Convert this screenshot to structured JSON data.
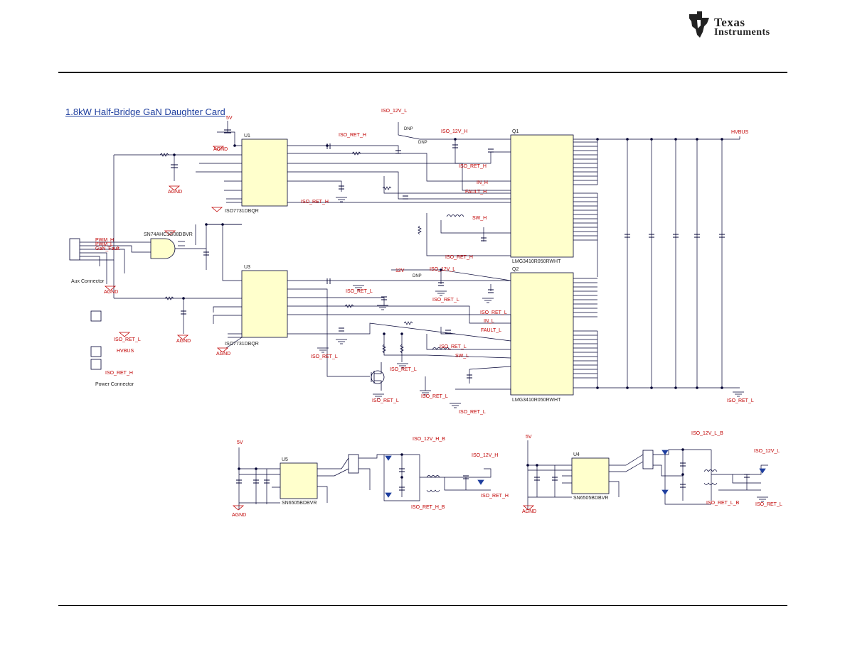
{
  "logo": {
    "line1": "Texas",
    "line2": "Instruments",
    "color": "#222222"
  },
  "schematic": {
    "title": "1.8kW Half-Bridge GaN Daughter Card",
    "colors": {
      "net": "#c00000",
      "wire": "#000033",
      "body": "#ffffcc",
      "title": "#1f3f9f"
    },
    "ics": {
      "u1": {
        "ref": "U1",
        "part": "ISO7731DBQR"
      },
      "u3": {
        "ref": "U3",
        "part": "ISO7731DBQR"
      },
      "q1": {
        "ref": "Q1",
        "part": "LMG3410R050RWHT"
      },
      "q2": {
        "ref": "Q2",
        "part": "LMG3410R050RWHT"
      },
      "u5": {
        "ref": "U5",
        "part": "SN6505BDBVR"
      },
      "u4": {
        "ref": "U4",
        "part": "SN6505BDBVR"
      },
      "logic": {
        "part": "SN74AHC1G08DBVR"
      }
    },
    "nets": {
      "iso12v_l": "ISO_12V_L",
      "iso12v_h": "ISO_12V_H",
      "iso_ret_h": "ISO_RET_H",
      "iso_ret_l": "ISO_RET_L",
      "iso12v_h_b": "ISO_12V_H_B",
      "iso12v_l_b": "ISO_12V_L_B",
      "iso_ret_h_b": "ISO_RET_H_B",
      "iso_ret_l_b": "ISO_RET_L_B",
      "hvbus": "HVBUS",
      "fault_h": "FAULT_H",
      "fault_l": "FAULT_L",
      "in_h": "IN_H",
      "in_l": "IN_L",
      "sw_h": "SW_H",
      "sw_l": "SW_L",
      "v5": "5V",
      "v12": "12V",
      "agnd": "AGND",
      "pwm_h": "PWM_H",
      "pwm_l": "PWM_L",
      "gate_fault": "GaN_Fault",
      "dnp": "DNP"
    },
    "connectors": {
      "aux": "Aux Connector",
      "power": "Power Connector"
    }
  }
}
